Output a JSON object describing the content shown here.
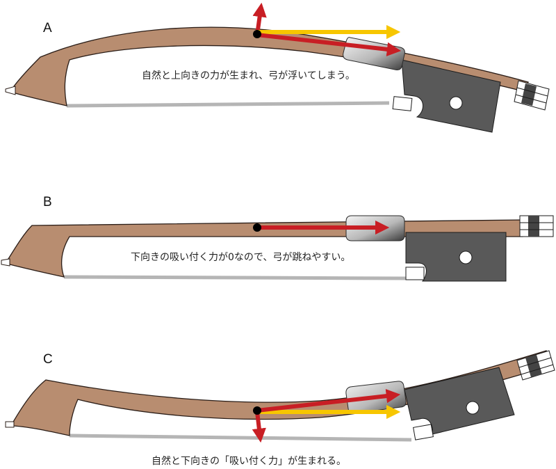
{
  "colors": {
    "stick": "#b88d70",
    "outline": "#2a1d17",
    "hair_shadow": "#b5b5b5",
    "frog": "#595959",
    "arrow_red": "#c81e24",
    "arrow_yellow": "#f7c600",
    "dot": "#000000"
  },
  "panels": [
    {
      "label": "A",
      "caption": "自然と上向きの力が生まれ、弓が浮いてしまう。"
    },
    {
      "label": "B",
      "caption": "下向きの吸い付く力が0なので、弓が跳ねやすい。"
    },
    {
      "label": "C",
      "caption": "自然と下向きの「吸い付く力」が生まれる。"
    }
  ]
}
